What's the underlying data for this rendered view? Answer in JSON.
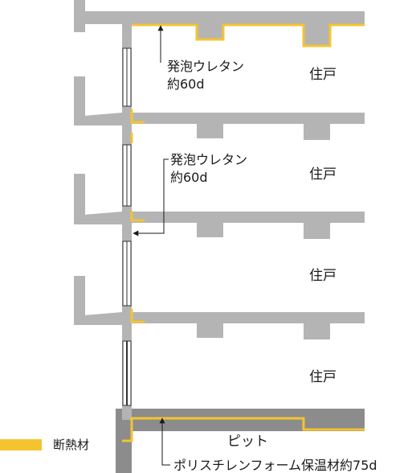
{
  "labels": {
    "urethane_1_line1": "発泡ウレタン",
    "urethane_1_line2": "約60d",
    "urethane_2_line1": "発泡ウレタン",
    "urethane_2_line2": "約60d",
    "unit_1": "住戸",
    "unit_2": "住戸",
    "unit_3": "住戸",
    "unit_4": "住戸",
    "pit": "ピット",
    "polystyrene": "ポリスチレンフォーム保温材約75d"
  },
  "legend": {
    "insulation_label": "断熱材",
    "insulation_color": "#f4c430"
  },
  "colors": {
    "concrete": "#b4b4b4",
    "concrete_dark": "#8c8c8c",
    "insulation": "#f4c430",
    "text": "#1a1a1a"
  }
}
